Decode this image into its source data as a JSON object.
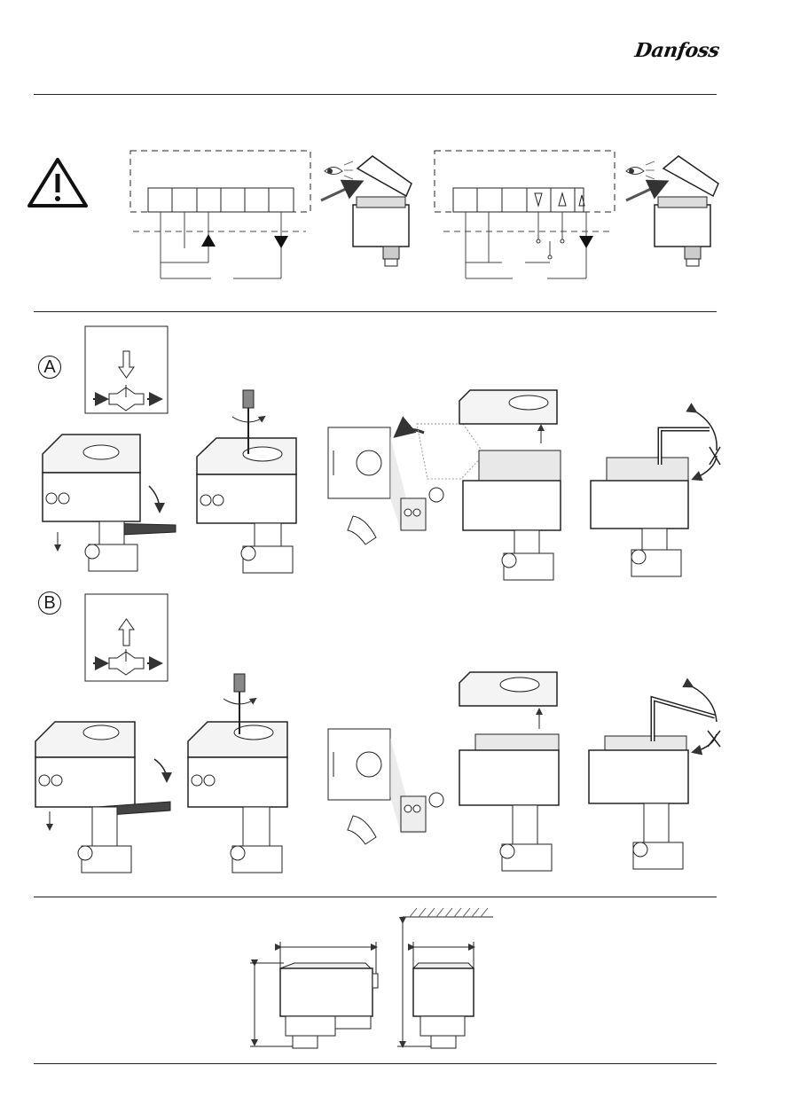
{
  "header": {
    "brand": "Danfoss"
  },
  "sections": {
    "mode_a": {
      "label": "A"
    },
    "mode_b": {
      "label": "B"
    }
  },
  "colors": {
    "line": "#1a1a1a",
    "device_dark": "#2e2e2e",
    "device_mid": "#8a8a8a",
    "device_light": "#d8d8d8",
    "panel_bg": "#f2f2f2"
  },
  "icons": [
    "warning-icon",
    "eye-icon",
    "flow-down-arrow-icon",
    "flow-up-arrow-icon",
    "valve-icon"
  ]
}
